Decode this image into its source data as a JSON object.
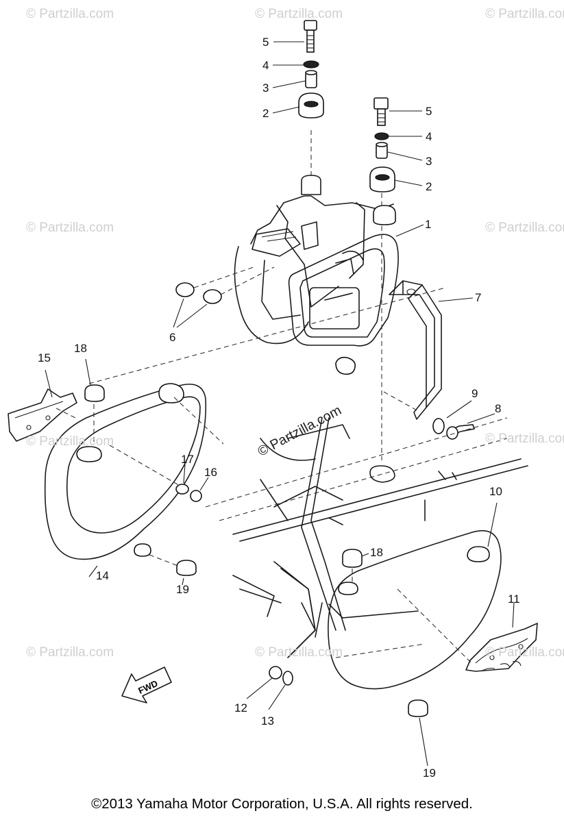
{
  "watermarks": [
    {
      "text": "© Partzilla.com"
    },
    {
      "text": "© Partzilla.com"
    },
    {
      "text": "© Partzilla.com"
    },
    {
      "text": "© Partzilla.com"
    },
    {
      "text": "© Partzilla.com"
    },
    {
      "text": "© Partzilla.com"
    },
    {
      "text": "© Partzilla.com"
    },
    {
      "text": "© Partzilla.com"
    },
    {
      "text": "© Partzilla.com"
    },
    {
      "text": "© Partzilla.com"
    }
  ],
  "center_watermark": "© Partzilla.com",
  "callouts": {
    "c5a": "5",
    "c4a": "4",
    "c3a": "3",
    "c2a": "2",
    "c5b": "5",
    "c4b": "4",
    "c3b": "3",
    "c2b": "2",
    "c1": "1",
    "c7": "7",
    "c6": "6",
    "c9": "9",
    "c8": "8",
    "c15": "15",
    "c18a": "18",
    "c17": "17",
    "c16": "16",
    "c14": "14",
    "c19a": "19",
    "c10": "10",
    "c18b": "18",
    "c11": "11",
    "c12": "12",
    "c13": "13",
    "c19b": "19"
  },
  "fwd_label": "FWD",
  "copyright": "©2013 Yamaha Motor Corporation, U.S.A. All rights reserved."
}
